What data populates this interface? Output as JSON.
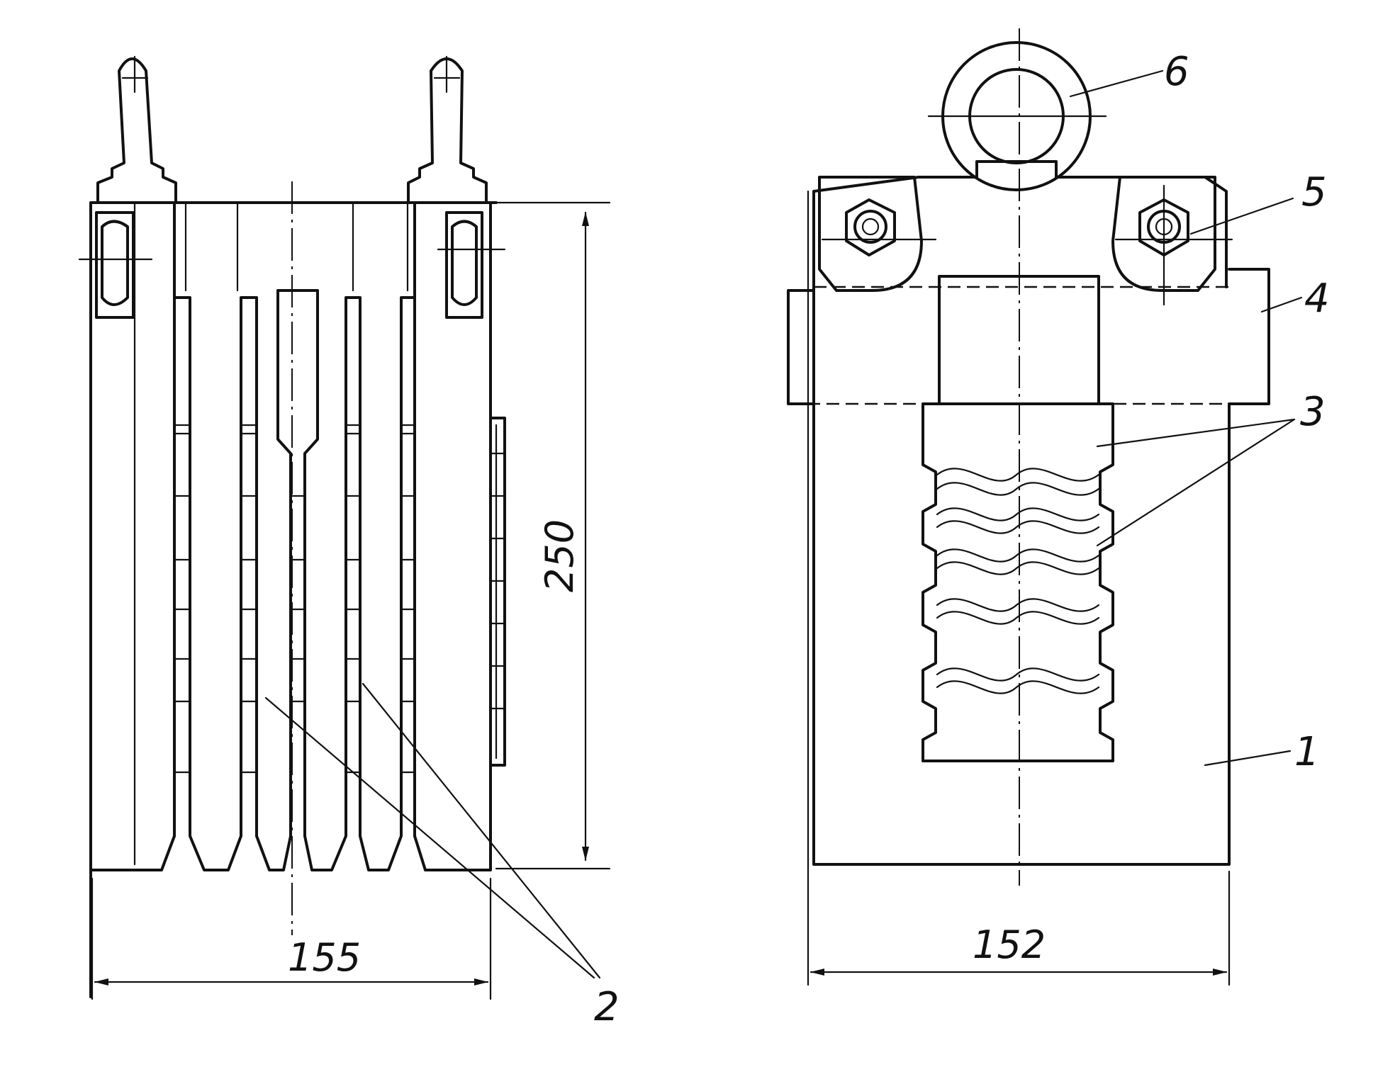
{
  "left_view": {
    "dimension_width": "155",
    "dimension_height": "250",
    "callout": "2"
  },
  "right_view": {
    "dimension_width": "152",
    "callouts": [
      "1",
      "3",
      "4",
      "5",
      "6"
    ]
  }
}
